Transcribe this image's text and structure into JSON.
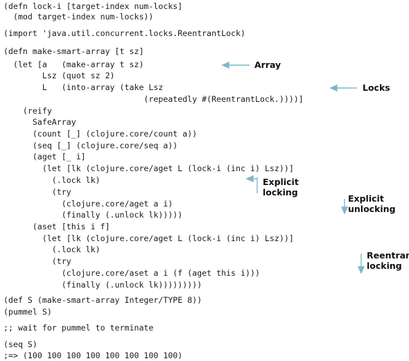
{
  "code": {
    "lines": [
      "(defn lock-i [target-index num-locks]",
      "  (mod target-index num-locks))",
      "(import 'java.util.concurrent.locks.ReentrantLock)",
      "(defn make-smart-array [t sz]",
      "  (let [a   (make-array t sz)",
      "        Lsz (quot sz 2)",
      "        L   (into-array (take Lsz",
      "                             (repeatedly #(ReentrantLock.))))]",
      "    (reify",
      "      SafeArray",
      "      (count [_] (clojure.core/count a))",
      "      (seq [_] (clojure.core/seq a))",
      "      (aget [_ i]",
      "        (let [lk (clojure.core/aget L (lock-i (inc i) Lsz))]",
      "          (.lock lk)",
      "          (try",
      "            (clojure.core/aget a i)",
      "            (finally (.unlock lk)))))",
      "      (aset [this i f]",
      "        (let [lk (clojure.core/aget L (lock-i (inc i) Lsz))]",
      "          (.lock lk)",
      "          (try",
      "            (clojure.core/aset a i (f (aget this i)))",
      "            (finally (.unlock lk)))))))))",
      "(def S (make-smart-array Integer/TYPE 8))",
      "(pummel S)",
      ";; wait for pummel to terminate",
      "(seq S)",
      ";=> (100 100 100 100 100 100 100 100)"
    ]
  },
  "annotations": {
    "array": [
      "Array"
    ],
    "locks": [
      "Locks"
    ],
    "explicit_locking": [
      "Explicit",
      "locking"
    ],
    "explicit_unlocking": [
      "Explicit",
      "unlocking"
    ],
    "reentrant_locking": [
      "Reentrant",
      "locking"
    ]
  },
  "colors": {
    "text": "#1a1a1a",
    "arrow": "#7fb8c9"
  }
}
